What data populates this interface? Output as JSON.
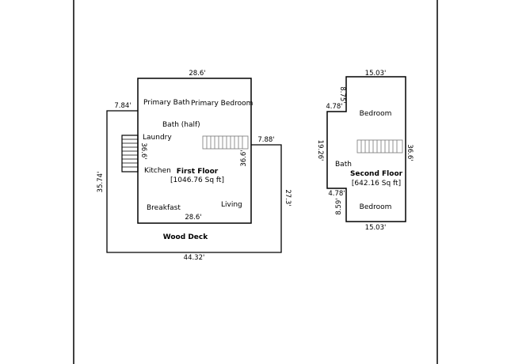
{
  "first_floor": {
    "title": "First Floor",
    "area": "[1046.76 Sq ft]",
    "rooms": {
      "primary_bath": "Primary Bath",
      "primary_bedroom": "Primary Bedroom",
      "bath_half": "Bath (half)",
      "laundry": "Laundry",
      "kitchen": "Kitchen",
      "breakfast": "Breakfast",
      "living": "Living"
    },
    "dimensions": {
      "top": "28.6'",
      "bottom": "28.6'",
      "right": "36.6'",
      "left_inner": "36.6'"
    }
  },
  "wood_deck": {
    "label": "Wood Deck",
    "dimensions": {
      "top_left": "7.84'",
      "top_right": "7.88'",
      "left": "35.74'",
      "right": "27.3'",
      "bottom": "44.32'"
    }
  },
  "second_floor": {
    "title": "Second Floor",
    "area": "[642.16 Sq ft]",
    "rooms": {
      "bedroom_top": "Bedroom",
      "bath": "Bath",
      "bedroom_bottom": "Bedroom"
    },
    "dimensions": {
      "top": "15.03'",
      "bottom": "15.03'",
      "right": "36.6'",
      "left": "19.26'",
      "notch_top_width": "4.78'",
      "notch_top_height": "8.75'",
      "notch_bottom_width": "4.78'",
      "notch_bottom_height": "8.59'"
    }
  }
}
